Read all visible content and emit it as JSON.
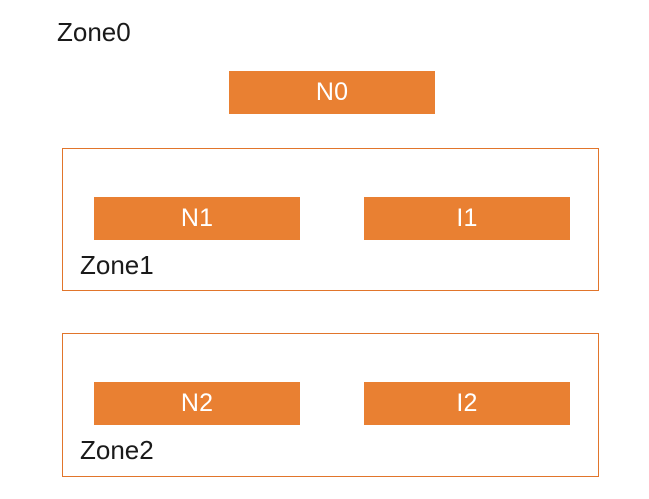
{
  "diagram": {
    "background_color": "#FFFFFF",
    "node_fill_color": "#E98032",
    "node_text_color": "#FFFFFF",
    "zone_border_color": "#E1752B",
    "zone_label_color": "#1A1A1A",
    "zones": [
      {
        "id": "zone0",
        "label": "Zone0",
        "bordered": false,
        "nodes": [
          {
            "id": "n0",
            "label": "N0"
          }
        ]
      },
      {
        "id": "zone1",
        "label": "Zone1",
        "bordered": true,
        "nodes": [
          {
            "id": "n1",
            "label": "N1"
          },
          {
            "id": "i1",
            "label": "I1"
          }
        ]
      },
      {
        "id": "zone2",
        "label": "Zone2",
        "bordered": true,
        "nodes": [
          {
            "id": "n2",
            "label": "N2"
          },
          {
            "id": "i2",
            "label": "I2"
          }
        ]
      }
    ]
  }
}
